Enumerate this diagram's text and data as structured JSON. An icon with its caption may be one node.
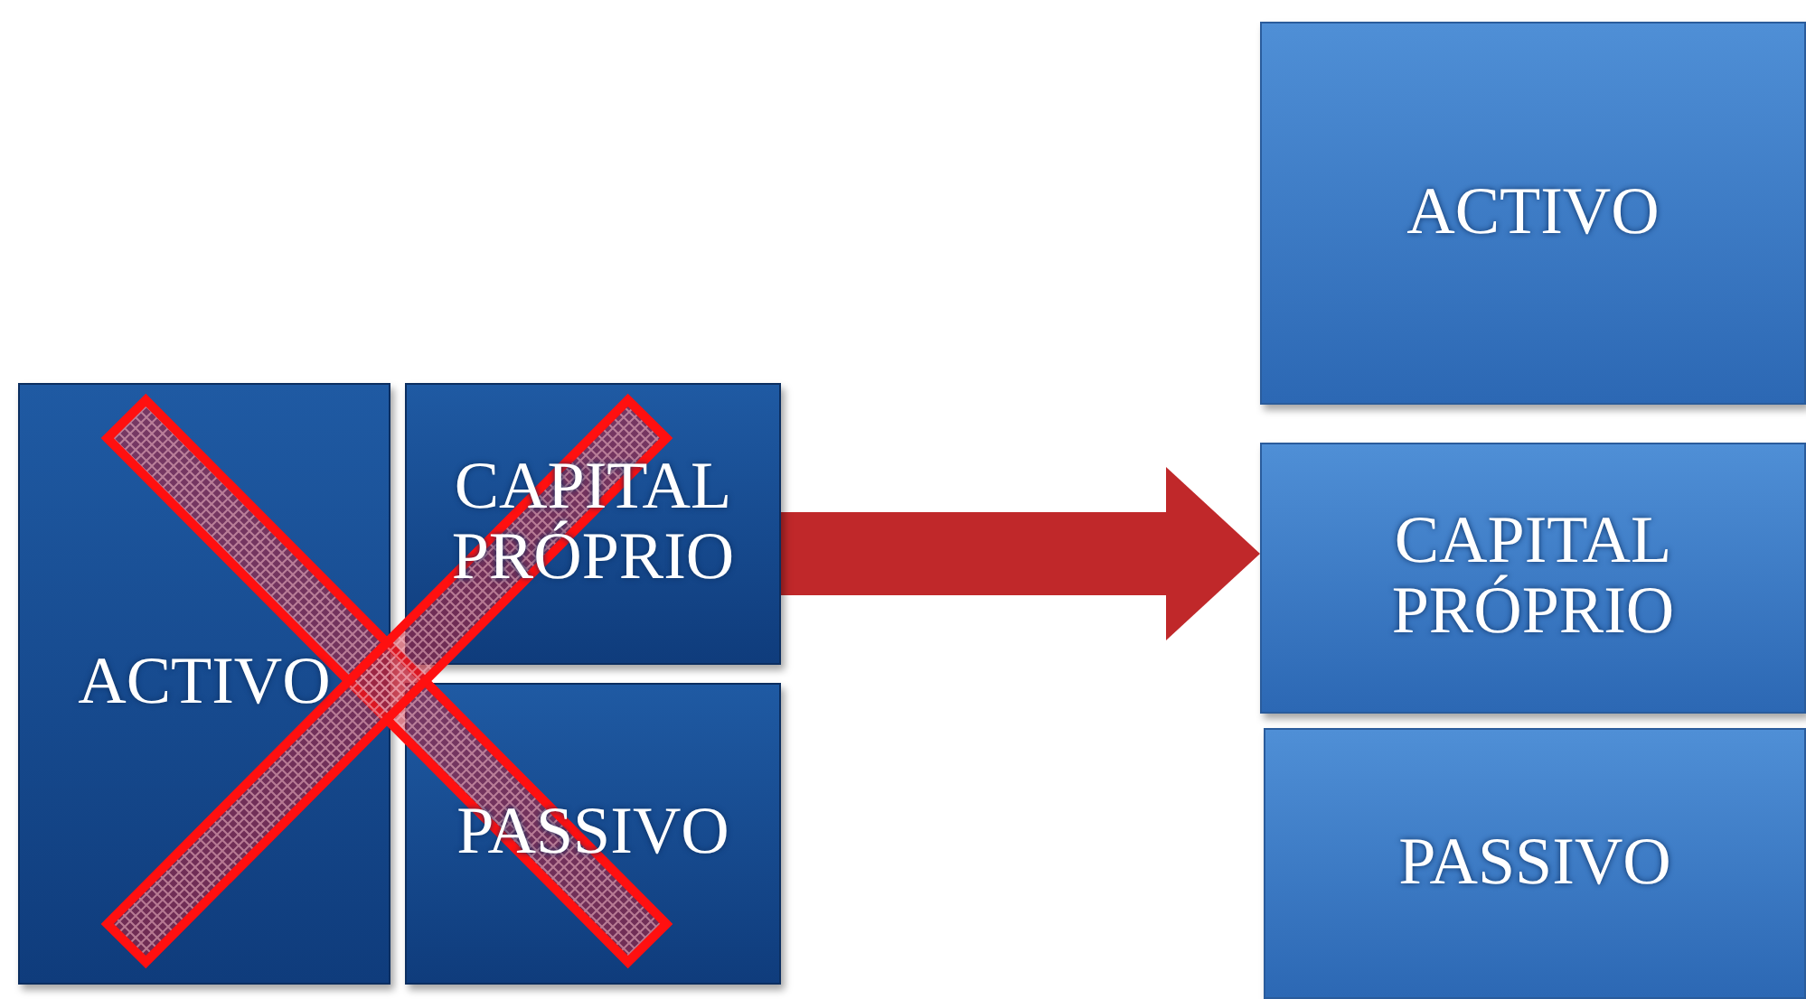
{
  "diagram": {
    "nodes": [
      {
        "text": [
          "ACTIVO"
        ]
      },
      {
        "text": [
          "CAPITAL PRÓPRIO"
        ]
      },
      {
        "text": [
          "PASSIVO"
        ]
      },
      {
        "text": [
          "ACTIVO"
        ]
      },
      {
        "text": [
          "CAPITAL PRÓPRIO"
        ]
      },
      {
        "text": [
          "PASSIVO"
        ]
      }
    ],
    "edges": [
      {
        "from": 1,
        "to": 4,
        "arrow": "to"
      }
    ]
  }
}
